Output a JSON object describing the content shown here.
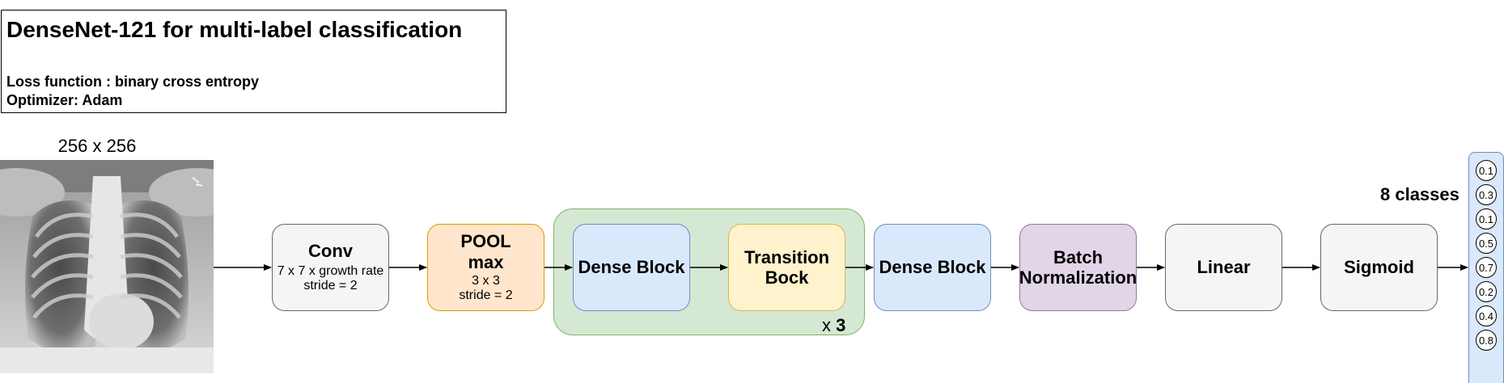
{
  "title": {
    "heading": "DenseNet-121 for multi-label classification",
    "loss": "Loss function : binary cross entropy",
    "optimizer": "Optimizer: Adam"
  },
  "input": {
    "size_label": "256 x 256",
    "image": "chest x-ray"
  },
  "blocks": {
    "conv": {
      "title": "Conv",
      "line1": "7 x 7 x growth rate",
      "line2": "stride = 2"
    },
    "pool": {
      "title1": "POOL",
      "title2": "max",
      "line1": "3 x 3",
      "line2": "stride = 2"
    },
    "dense1": {
      "title": "Dense Block"
    },
    "transition": {
      "title1": "Transition",
      "title2": "Bock"
    },
    "repeat": {
      "prefix": "x ",
      "count": "3"
    },
    "dense2": {
      "title": "Dense Block"
    },
    "batchnorm": {
      "title1": "Batch",
      "title2": "Normalization"
    },
    "linear": {
      "title": "Linear"
    },
    "sigmoid": {
      "title": "Sigmoid"
    }
  },
  "output": {
    "label": "8 classes",
    "values": [
      "0.1",
      "0.3",
      "0.1",
      "0.5",
      "0.7",
      "0.2",
      "0.4",
      "0.8"
    ]
  },
  "colors": {
    "gray": "#f5f5f5",
    "orange": "#ffe6cc",
    "blue": "#dae8fc",
    "yellow": "#fff2cc",
    "purple": "#e1d5e7",
    "green": "#d5e8d4"
  }
}
